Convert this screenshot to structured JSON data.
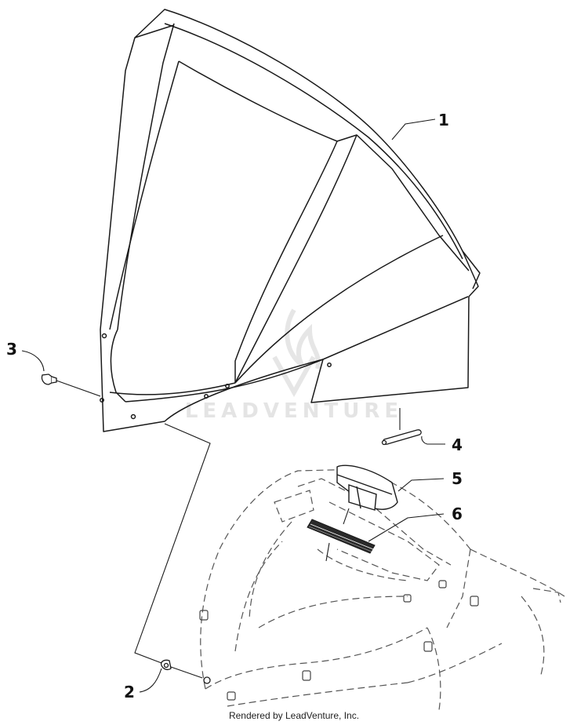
{
  "callouts": [
    {
      "id": "1",
      "label": "1"
    },
    {
      "id": "2",
      "label": "2"
    },
    {
      "id": "3",
      "label": "3"
    },
    {
      "id": "4",
      "label": "4"
    },
    {
      "id": "5",
      "label": "5"
    },
    {
      "id": "6",
      "label": "6"
    }
  ],
  "watermark": {
    "text": "LEADVENTURE"
  },
  "footer": {
    "text": "Rendered by LeadVenture, Inc."
  },
  "colors": {
    "line": "#1a1a1a",
    "dash": "#555555",
    "watermark": "#e4e4e4"
  }
}
